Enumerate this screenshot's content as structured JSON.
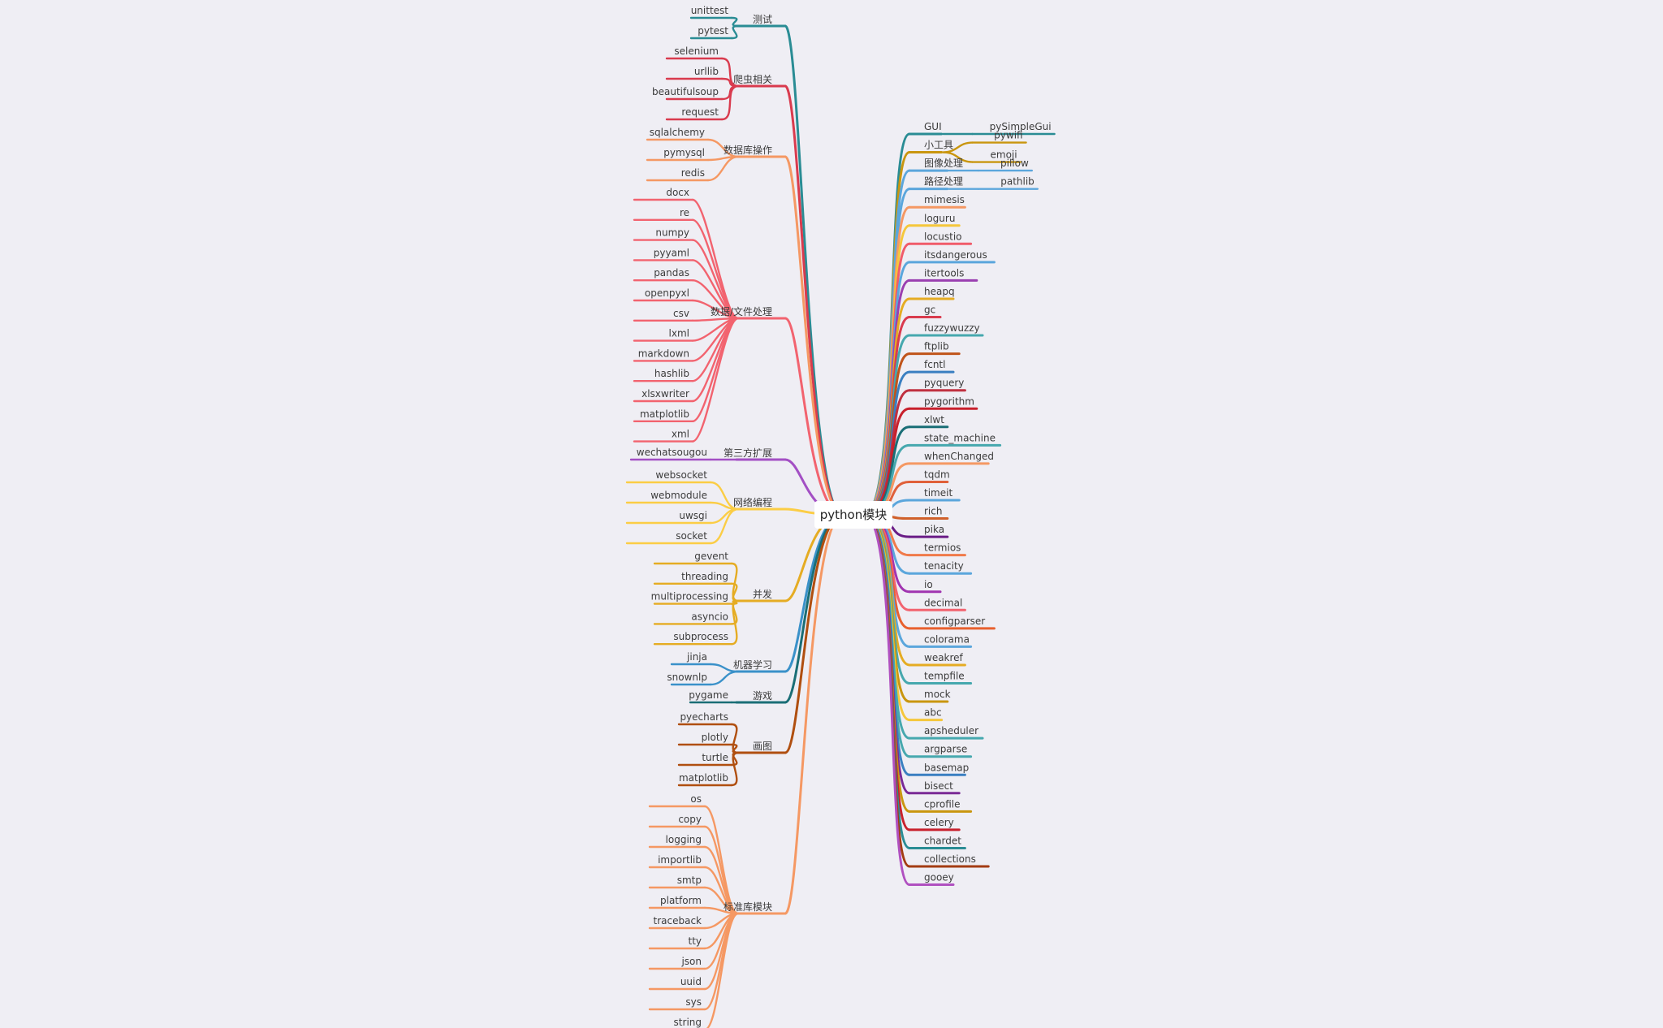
{
  "root": {
    "label": "python模块"
  },
  "left": [
    {
      "label": "测试",
      "color": "#2a8c94",
      "children": [
        "unittest",
        "pytest"
      ]
    },
    {
      "label": "爬虫相关",
      "color": "#d93b4e",
      "children": [
        "selenium",
        "urllib",
        "beautifulsoup",
        "request"
      ]
    },
    {
      "label": "数据库操作",
      "color": "#f59863",
      "children": [
        "sqlalchemy",
        "pymysql",
        "redis"
      ]
    },
    {
      "label": "数据/文件处理",
      "color": "#f2636f",
      "children": [
        "docx",
        "re",
        "numpy",
        "pyyaml",
        "pandas",
        "openpyxl",
        "csv",
        "lxml",
        "markdown",
        "hashlib",
        "xlsxwriter",
        "matplotlib",
        "xml"
      ]
    },
    {
      "label": "第三方扩展",
      "color": "#a34fc4",
      "children": [
        "wechatsougou"
      ]
    },
    {
      "label": "网络编程",
      "color": "#fbcd45",
      "children": [
        "websocket",
        "webmodule",
        "uwsgi",
        "socket"
      ]
    },
    {
      "label": "并发",
      "color": "#e5ac23",
      "children": [
        "gevent",
        "threading",
        "multiprocessing",
        "asyncio",
        "subprocess"
      ]
    },
    {
      "label": "机器学习",
      "color": "#3a91c9",
      "children": [
        "jinja",
        "snownlp"
      ]
    },
    {
      "label": "游戏",
      "color": "#1a6e76",
      "children": [
        "pygame"
      ]
    },
    {
      "label": "画图",
      "color": "#b04f10",
      "children": [
        "pyecharts",
        "plotly",
        "turtle",
        "matplotlib"
      ]
    },
    {
      "label": "标准库模块",
      "color": "#f59863",
      "children": [
        "os",
        "copy",
        "logging",
        "importlib",
        "smtp",
        "platform",
        "traceback",
        "tty",
        "json",
        "uuid",
        "sys",
        "string"
      ]
    }
  ],
  "right": [
    {
      "label": "GUI",
      "color": "#2a8c94",
      "children": [
        "pySimpleGui"
      ]
    },
    {
      "label": "小工具",
      "color": "#c9960f",
      "children": [
        "pywifi",
        "emoji"
      ]
    },
    {
      "label": "图像处理",
      "color": "#5ba6dc",
      "children": [
        "pillow"
      ]
    },
    {
      "label": "路径处理",
      "color": "#5ba6dc",
      "children": [
        "pathlib"
      ]
    },
    {
      "label": "mimesis",
      "color": "#f59863"
    },
    {
      "label": "loguru",
      "color": "#f5c73b"
    },
    {
      "label": "locustio",
      "color": "#f05c6a"
    },
    {
      "label": "itsdangerous",
      "color": "#5ba6dc"
    },
    {
      "label": "itertools",
      "color": "#9a3fb0"
    },
    {
      "label": "heapq",
      "color": "#e5ac23"
    },
    {
      "label": "gc",
      "color": "#d93b4e"
    },
    {
      "label": "fuzzywuzzy",
      "color": "#46a8ae"
    },
    {
      "label": "ftplib",
      "color": "#c0541a"
    },
    {
      "label": "fcntl",
      "color": "#3a7fc1"
    },
    {
      "label": "pyquery",
      "color": "#c03040"
    },
    {
      "label": "pygorithm",
      "color": "#c8202c"
    },
    {
      "label": "xlwt",
      "color": "#1a6e76"
    },
    {
      "label": "state_machine",
      "color": "#46a8ae"
    },
    {
      "label": "whenChanged",
      "color": "#f59863"
    },
    {
      "label": "tqdm",
      "color": "#e0603a"
    },
    {
      "label": "timeit",
      "color": "#5ba6dc"
    },
    {
      "label": "rich",
      "color": "#d0602a"
    },
    {
      "label": "pika",
      "color": "#6a1c86"
    },
    {
      "label": "termios",
      "color": "#f07a4a"
    },
    {
      "label": "tenacity",
      "color": "#5ba6dc"
    },
    {
      "label": "io",
      "color": "#a034b0"
    },
    {
      "label": "decimal",
      "color": "#f2636f"
    },
    {
      "label": "configparser",
      "color": "#e8602e"
    },
    {
      "label": "colorama",
      "color": "#5ba6dc"
    },
    {
      "label": "weakref",
      "color": "#e5ac23"
    },
    {
      "label": "tempfile",
      "color": "#46a8ae"
    },
    {
      "label": "mock",
      "color": "#c9960f"
    },
    {
      "label": "abc",
      "color": "#f5c73b"
    },
    {
      "label": "apsheduler",
      "color": "#46a8ae"
    },
    {
      "label": "argparse",
      "color": "#46a8ae"
    },
    {
      "label": "basemap",
      "color": "#3a7fc1"
    },
    {
      "label": "bisect",
      "color": "#7a2a96"
    },
    {
      "label": "cprofile",
      "color": "#c9960f"
    },
    {
      "label": "celery",
      "color": "#c8202c"
    },
    {
      "label": "chardet",
      "color": "#2a8c94"
    },
    {
      "label": "collections",
      "color": "#a33c12"
    },
    {
      "label": "gooey",
      "color": "#b050c0"
    }
  ]
}
